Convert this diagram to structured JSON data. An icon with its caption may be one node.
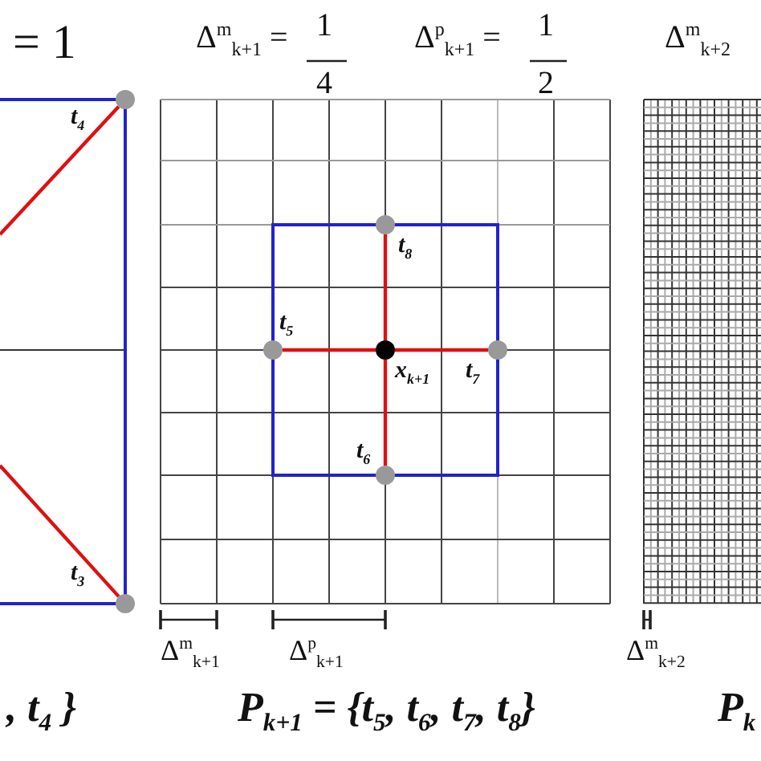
{
  "diagram": {
    "nodes": [
      {
        "text": [],
        "shape": "circle",
        "beside": [
          "t$_{4}$"
        ]
      },
      {
        "text": [],
        "shape": "circle",
        "beside": [
          "t$_{3}$"
        ]
      },
      {
        "text": [],
        "shape": "circle",
        "beside": [
          "t$_{8}$"
        ]
      },
      {
        "text": [],
        "shape": "circle",
        "beside": [
          "t$_{5}$"
        ]
      },
      {
        "text": [],
        "shape": "circle",
        "beside": [
          "x$_{k+1}$"
        ]
      },
      {
        "text": [],
        "shape": "circle",
        "beside": [
          "t$_{7}$"
        ]
      },
      {
        "text": [],
        "shape": "circle",
        "beside": [
          "t$_{6}$"
        ]
      }
    ],
    "edges": [
      {
        "from": null,
        "to": 0,
        "arrow": "none"
      },
      {
        "from": null,
        "to": 1,
        "arrow": "none"
      },
      {
        "from": 4,
        "to": 2,
        "arrow": "none"
      },
      {
        "from": 4,
        "to": 3,
        "arrow": "none"
      },
      {
        "from": 4,
        "to": 5,
        "arrow": "none"
      },
      {
        "from": 4,
        "to": 6,
        "arrow": "none"
      }
    ],
    "labels": [
      "= 1",
      "Δ$^{m}$$_{k+1}$ =",
      "1",
      "4",
      "Δ$^{p}$$_{k+1}$ =",
      "1",
      "2",
      "Δ$^{m}$$_{k+2}$",
      "Δ$^{m}$$_{k+1}$",
      "Δ$^{p}$$_{k+1}$",
      "Δ$^{m}$$_{k+2}$",
      ", t$_{4}$ }",
      "P$_{k+1}$ = {t$_{5}$, t$_{6}$, t$_{7}$, t$_{8}$}",
      "P$_{k}$"
    ]
  }
}
